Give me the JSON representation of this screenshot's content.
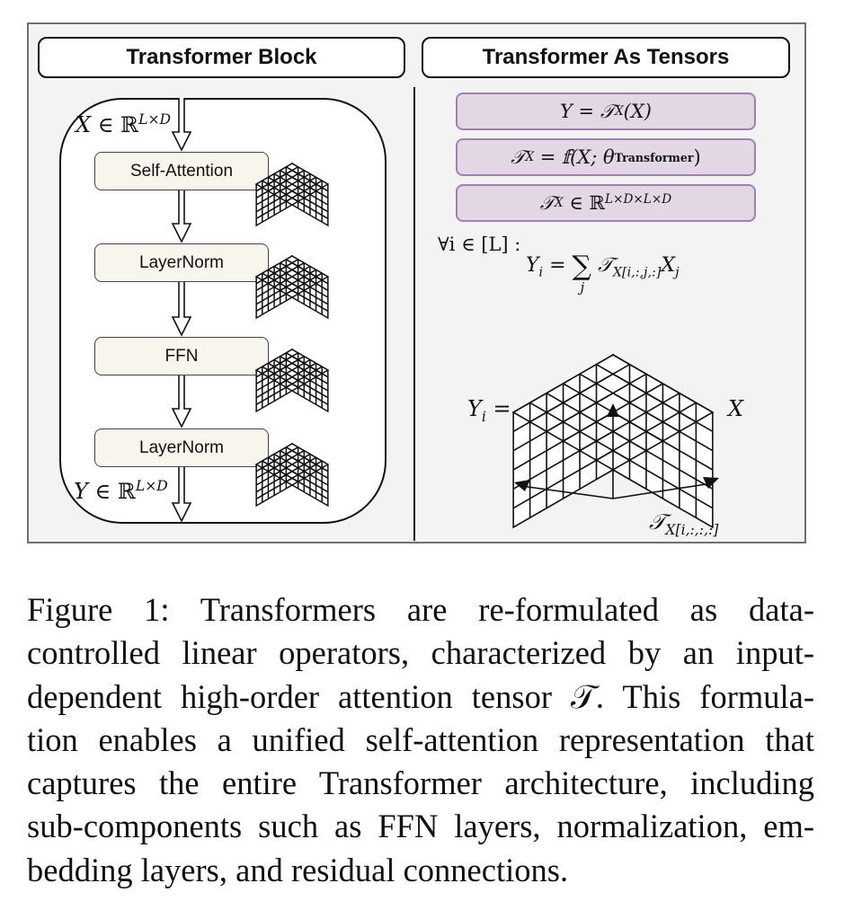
{
  "figure": {
    "left_panel": {
      "title": "Transformer Block",
      "input_label": {
        "var": "X",
        "rel": "∈",
        "set": "ℝ",
        "exp": "L×D"
      },
      "output_label": {
        "var": "Y",
        "rel": "∈",
        "set": "ℝ",
        "exp": "L×D"
      },
      "layers": [
        "Self-Attention",
        "LayerNorm",
        "FFN",
        "LayerNorm"
      ]
    },
    "right_panel": {
      "title": "Transformer As Tensors",
      "equations": [
        {
          "lhs": "Y",
          "op": "=",
          "rhs": "𝒯",
          "rhs_sub": "X",
          "tail": "(X)"
        },
        {
          "lhs": "𝒯",
          "lhs_sub": "X",
          "op": "=",
          "rhs": "𝕗(X; θ",
          "rhs_sub": "Transformer",
          "tail": ")"
        },
        {
          "lhs": "𝒯",
          "lhs_sub": "X",
          "op": "∈",
          "rhs": "ℝ",
          "rhs_sup": "L×D×L×D"
        }
      ],
      "forall": "∀i ∈ [L] :",
      "sum_eq": {
        "lhs": "Y",
        "lhs_sub": "i",
        "op": "=",
        "sum": "∑",
        "sum_sub": "j",
        "t": "𝒯",
        "t_sub": "X[i,:,j,:]",
        "x": "X",
        "x_sub": "j"
      },
      "tensor_left_label": {
        "var": "Y",
        "sub": "i",
        "op": "="
      },
      "tensor_right_label": "X",
      "tensor_bottom_label": {
        "t": "𝒯",
        "sub": "X[i,:,:,:]"
      }
    }
  },
  "caption": {
    "lines": [
      "Figure 1:  Transformers are re-formulated as data-",
      "controlled linear operators, characterized by an input-",
      "dependent high-order attention tensor 𝒯. This formula-",
      "tion enables a unified self-attention representation that",
      "captures the entire Transformer architecture, including",
      "sub-components such as FFN layers, normalization, em-",
      "bedding layers, and residual connections."
    ]
  }
}
